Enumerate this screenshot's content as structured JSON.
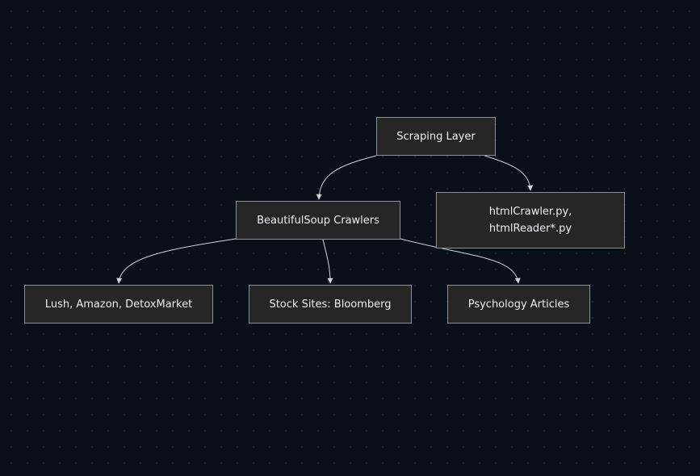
{
  "nodes": {
    "scraping_layer": "Scraping Layer",
    "beautifulsoup_crawlers": "BeautifulSoup Crawlers",
    "html_scripts": "htmlCrawler.py,\nhtmlReader*.py",
    "retail_sites": "Lush, Amazon, DetoxMarket",
    "stock_sites": "Stock Sites: Bloomberg",
    "psychology_articles": "Psychology Articles"
  },
  "edges": [
    {
      "from": "scraping_layer",
      "to": "beautifulsoup_crawlers"
    },
    {
      "from": "scraping_layer",
      "to": "html_scripts"
    },
    {
      "from": "beautifulsoup_crawlers",
      "to": "retail_sites"
    },
    {
      "from": "beautifulsoup_crawlers",
      "to": "stock_sites"
    },
    {
      "from": "beautifulsoup_crawlers",
      "to": "psychology_articles"
    }
  ],
  "colors": {
    "background": "#0b0f17",
    "node_fill": "#262626",
    "node_border": "#8a8f98",
    "edge": "#cfd3da",
    "text": "#eceff3"
  }
}
